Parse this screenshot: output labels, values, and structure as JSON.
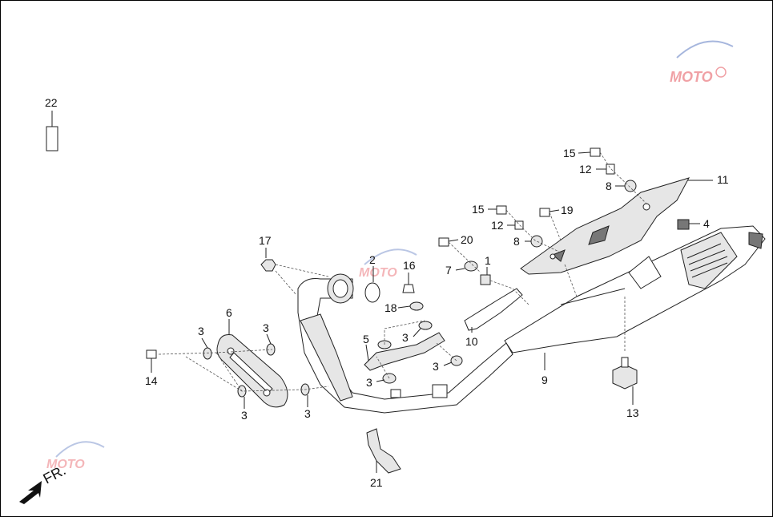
{
  "diagram": {
    "type": "exploded-parts-diagram",
    "direction_label": "FR.",
    "watermark_text": "MOTO",
    "parts": [
      {
        "ref": "1"
      },
      {
        "ref": "2"
      },
      {
        "ref": "3"
      },
      {
        "ref": "4"
      },
      {
        "ref": "5"
      },
      {
        "ref": "6"
      },
      {
        "ref": "7"
      },
      {
        "ref": "8"
      },
      {
        "ref": "9"
      },
      {
        "ref": "10"
      },
      {
        "ref": "11"
      },
      {
        "ref": "12"
      },
      {
        "ref": "13"
      },
      {
        "ref": "14"
      },
      {
        "ref": "15"
      },
      {
        "ref": "16"
      },
      {
        "ref": "17"
      },
      {
        "ref": "18"
      },
      {
        "ref": "19"
      },
      {
        "ref": "20"
      },
      {
        "ref": "21"
      },
      {
        "ref": "22"
      }
    ]
  },
  "colors": {
    "line": "#222222",
    "watermark_red": "#e0303a",
    "watermark_blue": "#3b5fb5"
  }
}
